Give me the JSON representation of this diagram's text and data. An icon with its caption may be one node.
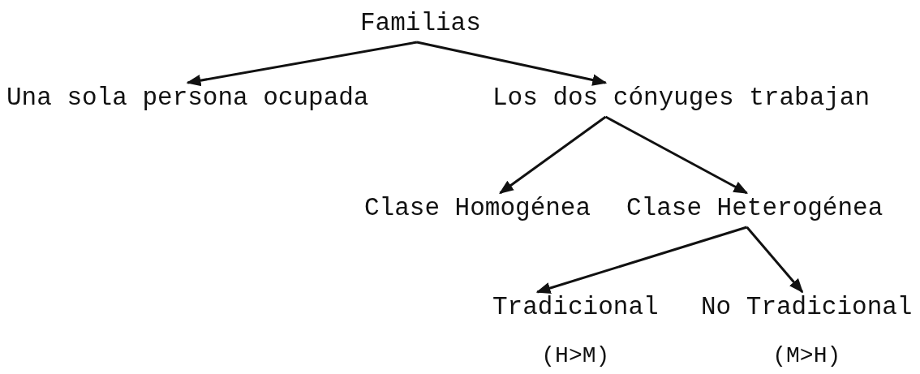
{
  "diagram": {
    "nodes": [
      {
        "text": [
          "Familias"
        ]
      },
      {
        "text": [
          "Una sola persona ocupada"
        ]
      },
      {
        "text": [
          "Los dos cónyuges trabajan"
        ]
      },
      {
        "text": [
          "Clase Homogénea"
        ]
      },
      {
        "text": [
          "Clase Heterogénea"
        ]
      },
      {
        "text": [
          "Tradicional",
          "(H>M)"
        ]
      },
      {
        "text": [
          "No Tradicional",
          "(M>H)"
        ]
      }
    ],
    "edges": [
      {
        "from": 0,
        "to": 1,
        "arrow": "to"
      },
      {
        "from": 0,
        "to": 2,
        "arrow": "to"
      },
      {
        "from": 2,
        "to": 3,
        "arrow": "to"
      },
      {
        "from": 2,
        "to": 4,
        "arrow": "to"
      },
      {
        "from": 4,
        "to": 5,
        "arrow": "to"
      },
      {
        "from": 4,
        "to": 6,
        "arrow": "to"
      }
    ]
  }
}
